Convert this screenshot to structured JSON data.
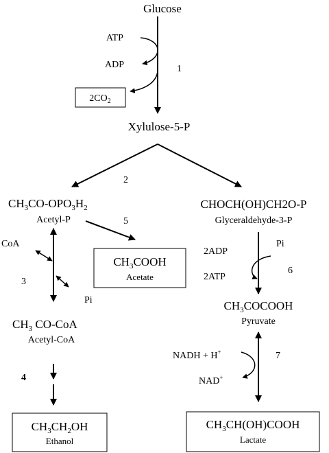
{
  "compounds": {
    "glucose": "Glucose",
    "xylulose": "Xylulose-5-P",
    "acetyl_p_formula": {
      "a": "CH",
      "a_sub": "3",
      "b": "CO-OPO",
      "b_sub": "3",
      "c": "H",
      "c_sub": "2"
    },
    "acetyl_p_name": "Acetyl-P",
    "acetyl_coa_formula": {
      "a": "CH",
      "a_sub": "3",
      "b": " CO-CoA"
    },
    "acetyl_coa_name": "Acetyl-CoA",
    "gap_formula": "CHOCH(OH)CH2O-P",
    "gap_name": "Glyceraldehyde-3-P",
    "pyruvate_formula": {
      "a": "CH",
      "a_sub": "3",
      "b": "COCOOH"
    },
    "pyruvate_name": "Pyruvate",
    "acetate_formula": {
      "a": "CH",
      "a_sub": "3",
      "b": "COOH"
    },
    "acetate_name": "Acetate",
    "ethanol_formula": {
      "a": "CH",
      "a_sub": "3",
      "b": "CH",
      "b_sub": "2",
      "c": "OH"
    },
    "ethanol_name": "Ethanol",
    "lactate_formula": {
      "a": "CH",
      "a_sub": "3",
      "b": "CH(OH)COOH"
    },
    "lactate_name": "Lactate",
    "co2": {
      "a": "2CO",
      "a_sub": "2"
    }
  },
  "cofactors": {
    "atp": "ATP",
    "adp": "ADP",
    "coa": "CoA",
    "pi_left": "Pi",
    "pi_right": "Pi",
    "two_adp": "2ADP",
    "two_atp": "2ATP",
    "nadh": {
      "a": "NADH + H",
      "sup": "+"
    },
    "nad": {
      "a": "NAD",
      "sup": "+"
    }
  },
  "steps": [
    "1",
    "2",
    "3",
    "4",
    "5",
    "6",
    "7"
  ]
}
